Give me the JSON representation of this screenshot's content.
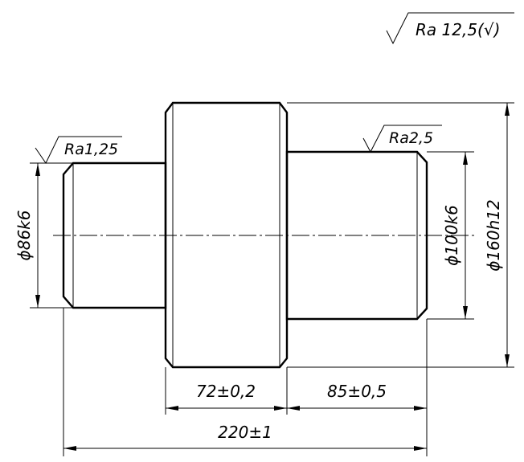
{
  "roughness": {
    "general": "Ra 12,5(√)",
    "left_journal": "Ra1,25",
    "right_journal": "Ra2,5"
  },
  "dimensions": {
    "left_diameter": "ϕ86k6",
    "right_diameter": "ϕ100k6",
    "collar_diameter": "ϕ160h12",
    "collar_length": "72±0,2",
    "right_length": "85±0,5",
    "total_length": "220±1"
  }
}
